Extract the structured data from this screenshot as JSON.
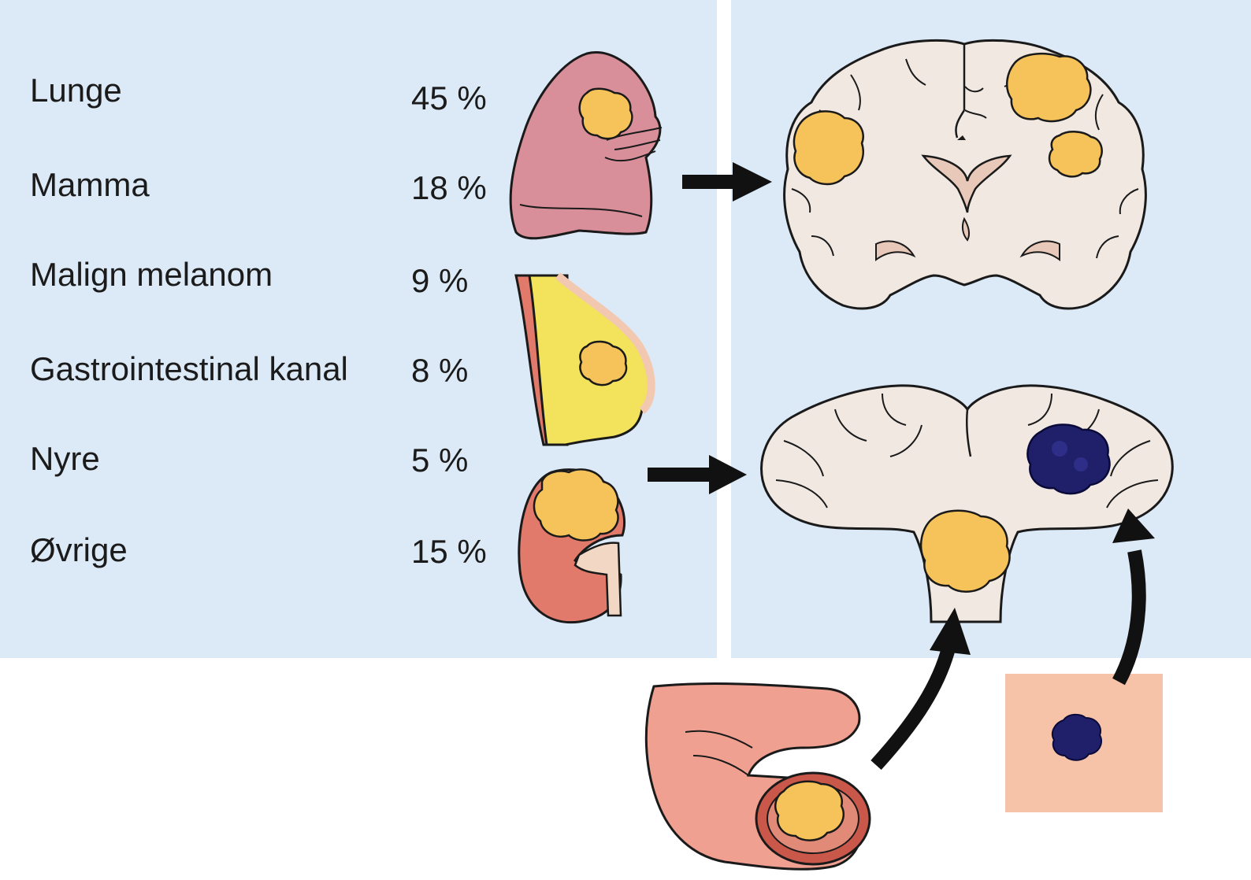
{
  "sources": [
    {
      "label": "Lunge",
      "value": "45 %",
      "percent": 45
    },
    {
      "label": "Mamma",
      "value": "18 %",
      "percent": 18
    },
    {
      "label": "Malign melanom",
      "value": "9 %",
      "percent": 9
    },
    {
      "label": "Gastrointestinal kanal",
      "value": "8 %",
      "percent": 8
    },
    {
      "label": "Nyre",
      "value": "5 %",
      "percent": 5
    },
    {
      "label": "Øvrige",
      "value": "15 %",
      "percent": 15
    }
  ],
  "colors": {
    "panel": "#dce9f6",
    "tumor": "#f5c35a",
    "melanoma": "#20206a",
    "brain": "#f1e8e2",
    "lung": "#d98f9a",
    "breast": "#f3e35c",
    "kidney": "#e27a6b",
    "intestine": "#f0a090",
    "skin": "#f6c3a8",
    "arrow": "#111111"
  },
  "icons": [
    "lung-icon",
    "breast-icon",
    "kidney-icon",
    "intestine-icon",
    "skin-melanoma-icon",
    "brain-coronal-icon",
    "brain-cerebellum-icon"
  ]
}
